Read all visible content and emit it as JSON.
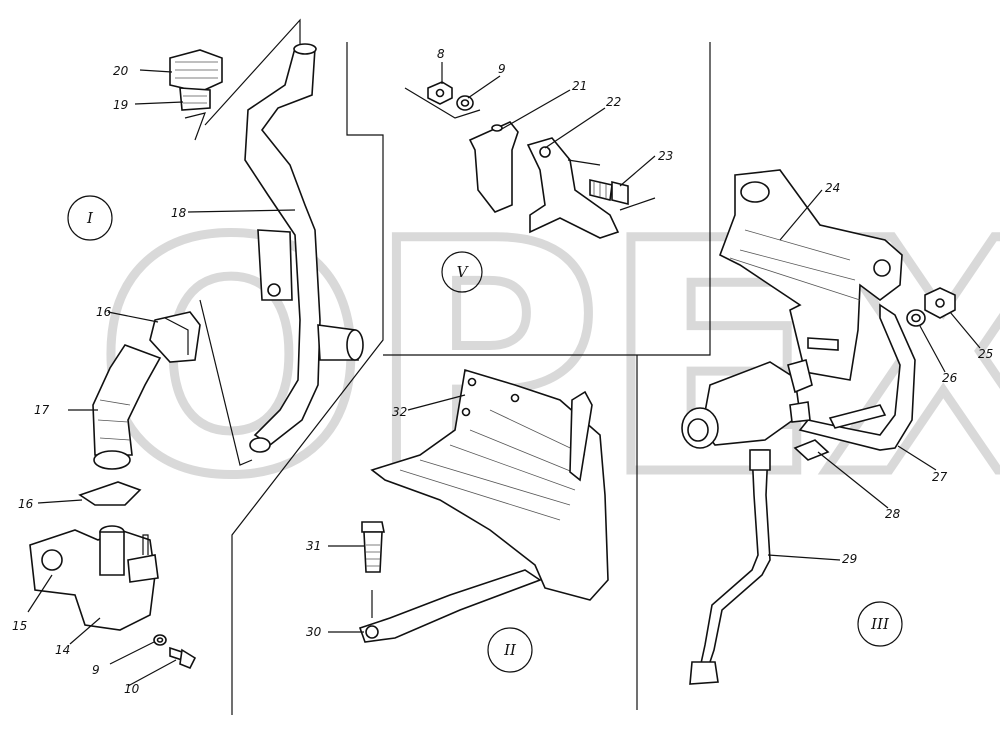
{
  "watermark": {
    "text": "OPEX"
  },
  "corner_mark": "",
  "views": [
    {
      "id": "view-I",
      "label": "I"
    },
    {
      "id": "view-II",
      "label": "II"
    },
    {
      "id": "view-III",
      "label": "III"
    },
    {
      "id": "view-V",
      "label": "V"
    }
  ],
  "callouts": [
    {
      "id": "20",
      "label": "20"
    },
    {
      "id": "19",
      "label": "19"
    },
    {
      "id": "18",
      "label": "18"
    },
    {
      "id": "17",
      "label": "17"
    },
    {
      "id": "16a",
      "label": "16"
    },
    {
      "id": "16b",
      "label": "16"
    },
    {
      "id": "15",
      "label": "15"
    },
    {
      "id": "14",
      "label": "14"
    },
    {
      "id": "9a",
      "label": "9"
    },
    {
      "id": "10",
      "label": "10"
    },
    {
      "id": "8",
      "label": "8"
    },
    {
      "id": "9b",
      "label": "9"
    },
    {
      "id": "21",
      "label": "21"
    },
    {
      "id": "22",
      "label": "22"
    },
    {
      "id": "23",
      "label": "23"
    },
    {
      "id": "24",
      "label": "24"
    },
    {
      "id": "25",
      "label": "25"
    },
    {
      "id": "26",
      "label": "26"
    },
    {
      "id": "27",
      "label": "27"
    },
    {
      "id": "28",
      "label": "28"
    },
    {
      "id": "29",
      "label": "29"
    },
    {
      "id": "30",
      "label": "30"
    },
    {
      "id": "31",
      "label": "31"
    },
    {
      "id": "32",
      "label": "32"
    }
  ]
}
